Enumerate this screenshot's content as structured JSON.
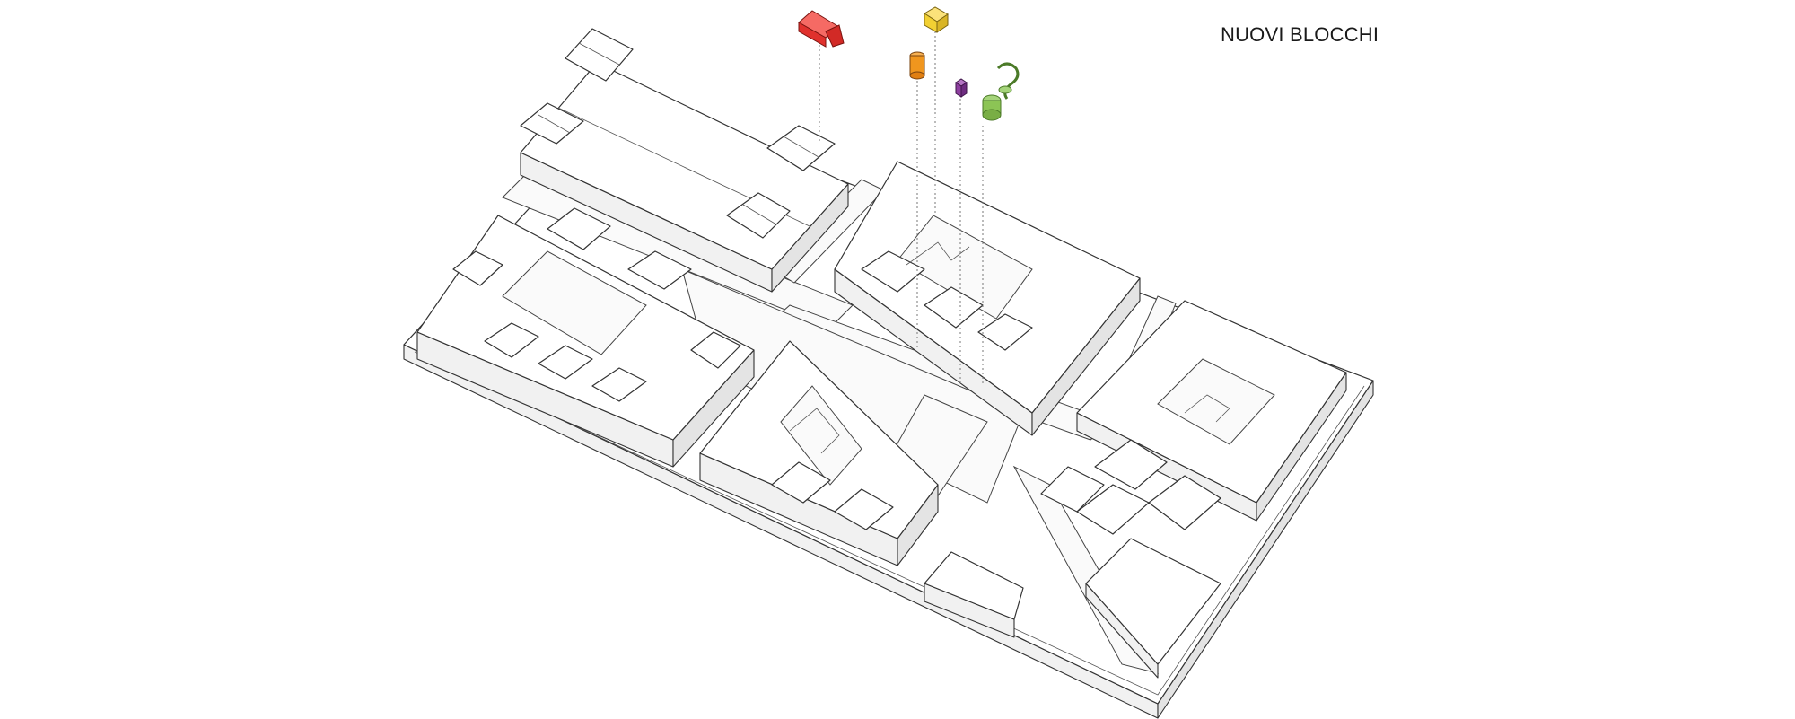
{
  "title": "NUOVI BLOCCHI",
  "new_blocks": [
    {
      "name": "red-block",
      "color": "#e0312d"
    },
    {
      "name": "yellow-block",
      "color": "#f2d033"
    },
    {
      "name": "orange-block",
      "color": "#f0961e"
    },
    {
      "name": "purple-block",
      "color": "#8e3fa0"
    },
    {
      "name": "green-block",
      "color": "#8cc455"
    }
  ]
}
